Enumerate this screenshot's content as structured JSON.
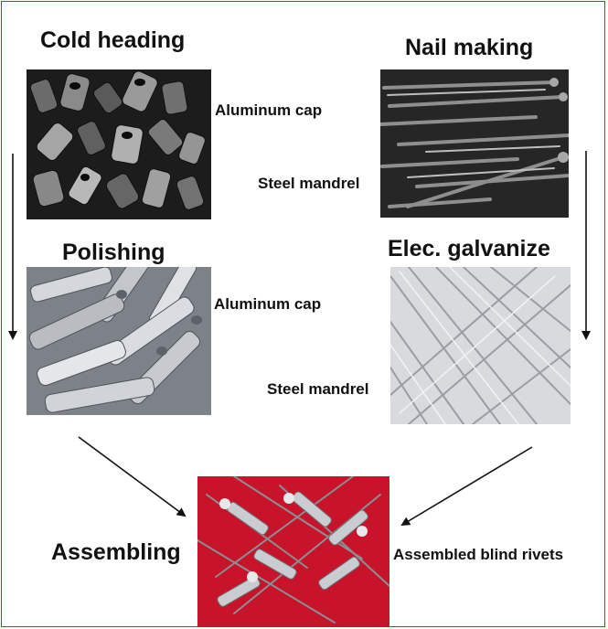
{
  "stages": {
    "cold_heading": {
      "title": "Cold heading",
      "label": "Aluminum cap"
    },
    "nail_making": {
      "title": "Nail making",
      "label": "Steel mandrel"
    },
    "polishing": {
      "title": "Polishing",
      "label": "Aluminum cap"
    },
    "galvanize": {
      "title": "Elec. galvanize",
      "label": "Steel mandrel"
    },
    "assembling": {
      "title": "Assembling",
      "label": "Assembled blind rivets"
    }
  },
  "colors": {
    "frame": "#2a5ea8",
    "arrow": "#111111",
    "dark_metal": "#2b2b2b",
    "silver": "#c9ccd1",
    "red_background": "#c8142a"
  },
  "icons": {
    "flow_arrows": "arrow-icon"
  }
}
